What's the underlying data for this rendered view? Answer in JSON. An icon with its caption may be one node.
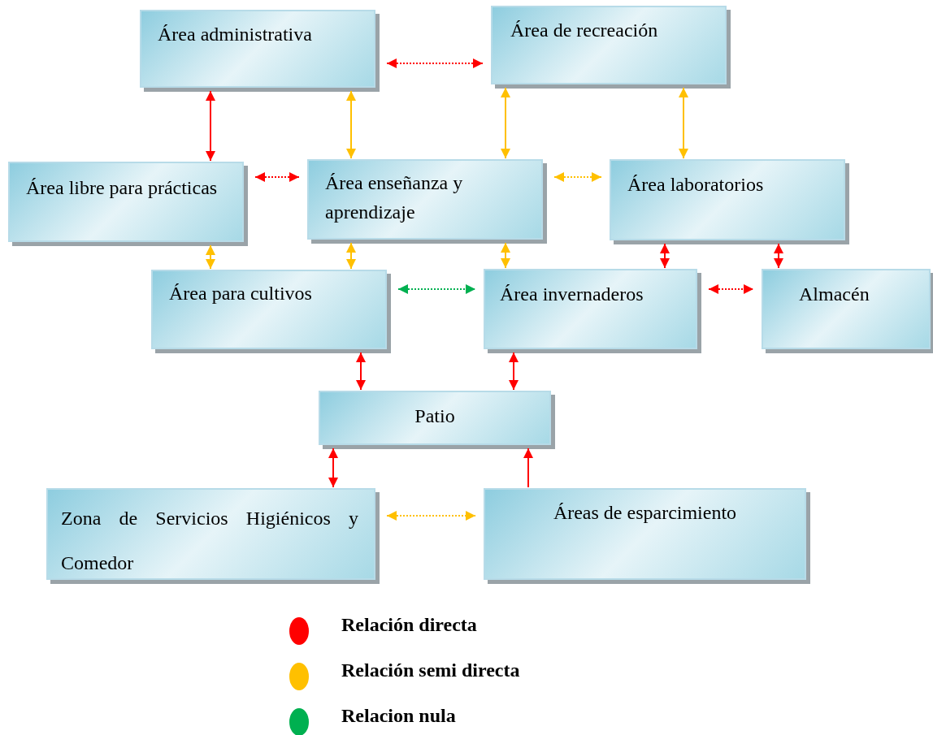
{
  "diagram": {
    "nodes": [
      {
        "text": [
          "Área administrativa"
        ]
      },
      {
        "text": [
          "Área de recreación"
        ]
      },
      {
        "text": [
          "Área libre para prácticas"
        ]
      },
      {
        "text": [
          "Área enseñanza y aprendizaje"
        ]
      },
      {
        "text": [
          "Área laboratorios"
        ]
      },
      {
        "text": [
          "Área para cultivos"
        ]
      },
      {
        "text": [
          "Área invernaderos"
        ]
      },
      {
        "text": [
          "Almacén"
        ]
      },
      {
        "text": [
          "Patio"
        ]
      },
      {
        "text": [
          "Zona de Servicios Higiénicos y Comedor"
        ]
      },
      {
        "text": [
          "Áreas de esparcimiento"
        ]
      }
    ],
    "edges": [
      {
        "from": 0,
        "to": 1,
        "arrow": "both",
        "style": "dashed"
      },
      {
        "from": 0,
        "to": 2,
        "arrow": "both"
      },
      {
        "from": 0,
        "to": 3,
        "arrow": "both",
        "color": "#ffc000"
      },
      {
        "from": 1,
        "to": 3,
        "arrow": "both",
        "color": "#ffc000"
      },
      {
        "from": 1,
        "to": 4,
        "arrow": "both",
        "color": "#ffc000"
      },
      {
        "from": 2,
        "to": 3,
        "arrow": "both",
        "style": "dashed"
      },
      {
        "from": 3,
        "to": 4,
        "arrow": "both",
        "style": "dashed",
        "color": "#ffc000"
      },
      {
        "from": 2,
        "to": 5,
        "arrow": "both",
        "color": "#ffc000"
      },
      {
        "from": 3,
        "to": 5,
        "arrow": "both",
        "color": "#ffc000"
      },
      {
        "from": 3,
        "to": 6,
        "arrow": "both",
        "color": "#ffc000"
      },
      {
        "from": 4,
        "to": 6,
        "arrow": "both"
      },
      {
        "from": 4,
        "to": 7,
        "arrow": "both"
      },
      {
        "from": 5,
        "to": 6,
        "arrow": "both",
        "style": "dashed",
        "color": "#00b050"
      },
      {
        "from": 6,
        "to": 7,
        "arrow": "both",
        "style": "dashed"
      },
      {
        "from": 5,
        "to": 8,
        "arrow": "both"
      },
      {
        "from": 6,
        "to": 8,
        "arrow": "both"
      },
      {
        "from": 8,
        "to": 9,
        "arrow": "both"
      },
      {
        "from": 10,
        "to": 8,
        "arrow": "to"
      },
      {
        "from": 9,
        "to": 10,
        "arrow": "both",
        "style": "dashed",
        "color": "#ffc000"
      }
    ],
    "legend": [
      {
        "text": "Relación directa",
        "color": "#ff0000"
      },
      {
        "text": "Relación semi directa",
        "color": "#ffc000"
      },
      {
        "text": "Relacion nula",
        "color": "#00b050"
      }
    ]
  }
}
